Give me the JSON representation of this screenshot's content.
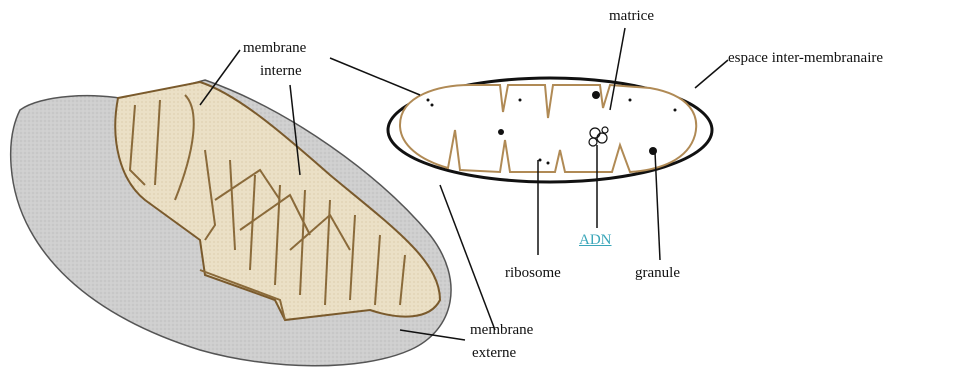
{
  "labels": {
    "membrane_interne_line1": "membrane",
    "membrane_interne_line2": "interne",
    "matrice": "matrice",
    "espace": "espace inter-membranaire",
    "adn": "ADN",
    "ribosome": "ribosome",
    "granule": "granule",
    "membrane_externe_line1": "membrane",
    "membrane_externe_line2": "externe"
  },
  "colors": {
    "outer_shell": "#c9c9c9",
    "cristae_fill": "#e8dcc0",
    "cristae_stroke": "#8a6a3a",
    "section_outer": "#111111",
    "section_inner": "#b08a55",
    "link": "#3aa6b9"
  }
}
